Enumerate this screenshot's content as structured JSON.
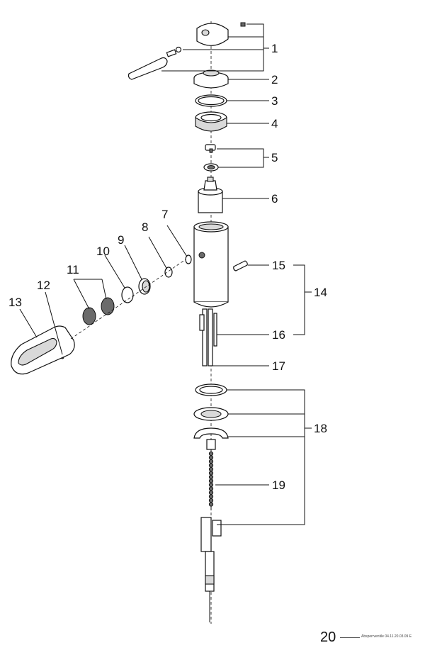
{
  "callouts": [
    "1",
    "2",
    "3",
    "4",
    "5",
    "6",
    "7",
    "8",
    "9",
    "10",
    "11",
    "12",
    "13",
    "14",
    "15",
    "16",
    "17",
    "18",
    "19"
  ],
  "page_number": "20",
  "document_ref": "Absperrventile 04.11.20.03.09 E"
}
